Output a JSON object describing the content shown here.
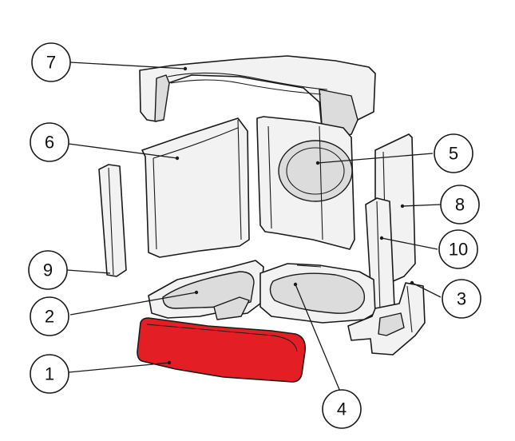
{
  "diagram": {
    "highlight_color": "#e31e24",
    "highlighted_part": "1",
    "callouts": [
      {
        "label": "1",
        "part": "front-brick"
      },
      {
        "label": "2",
        "part": "left-base-brick"
      },
      {
        "label": "3",
        "part": "right-foot-brick"
      },
      {
        "label": "4",
        "part": "right-base-brick"
      },
      {
        "label": "5",
        "part": "back-right-brick-with-opening"
      },
      {
        "label": "6",
        "part": "back-left-brick"
      },
      {
        "label": "7",
        "part": "top-baffle-brick"
      },
      {
        "label": "8",
        "part": "right-side-brick"
      },
      {
        "label": "9",
        "part": "left-post-brick"
      },
      {
        "label": "10",
        "part": "right-post-brick"
      }
    ]
  }
}
